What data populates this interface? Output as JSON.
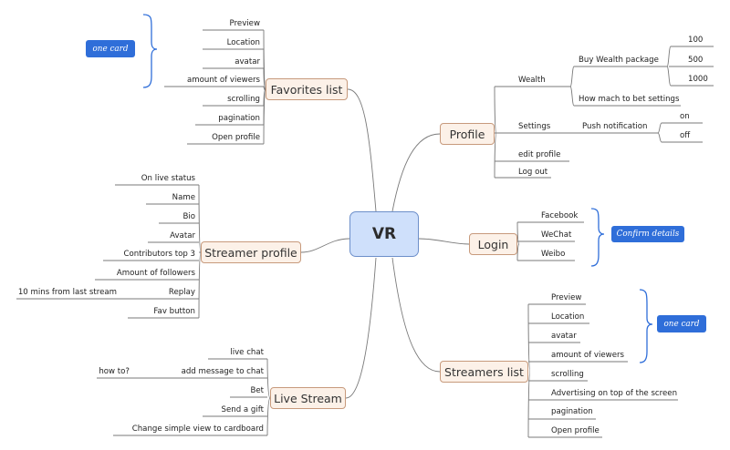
{
  "central": "VR",
  "favorites": {
    "title": "Favorites list",
    "items": [
      "Preview",
      "Location",
      "avatar",
      "amount of viewers",
      "scrolling",
      "pagination",
      "Open profile"
    ],
    "callout": "one card"
  },
  "streamer_profile": {
    "title": "Streamer profile",
    "items": [
      "On live status",
      "Name",
      "Bio",
      "Avatar",
      "Contributors top 3",
      "Amount of followers",
      "Replay",
      "Fav button"
    ],
    "replay_note": "10 mins from last stream"
  },
  "live_stream": {
    "title": "Live Stream",
    "items": [
      "live chat",
      "add message to chat",
      "Bet",
      "Send a gift",
      "Change simple view to cardboard"
    ],
    "chat_note": "how to?"
  },
  "profile": {
    "title": "Profile",
    "wealth": "Wealth",
    "buy_wealth": "Buy Wealth package",
    "packages": [
      "100",
      "500",
      "1000"
    ],
    "bet_settings": "How mach to bet settings",
    "settings": "Settings",
    "push": "Push notification",
    "push_options": [
      "on",
      "off"
    ],
    "edit_profile": "edit profile",
    "log_out": "Log out"
  },
  "login": {
    "title": "Login",
    "items": [
      "Facebook",
      "WeChat",
      "Weibo"
    ],
    "callout": "Confirm details"
  },
  "streamers": {
    "title": "Streamers list",
    "items": [
      "Preview",
      "Location",
      "avatar",
      "amount of viewers",
      "scrolling",
      "Advertising on top of the screen",
      "pagination",
      "Open profile"
    ],
    "callout": "one card"
  },
  "colors": {
    "central_fill": "#cfe0fb",
    "topic_fill": "#fcf1e8",
    "topic_border": "#c79a7c",
    "callout_fill": "#2f6ed9",
    "brace": "#2f6ed9",
    "line": "#7a7a7a"
  }
}
